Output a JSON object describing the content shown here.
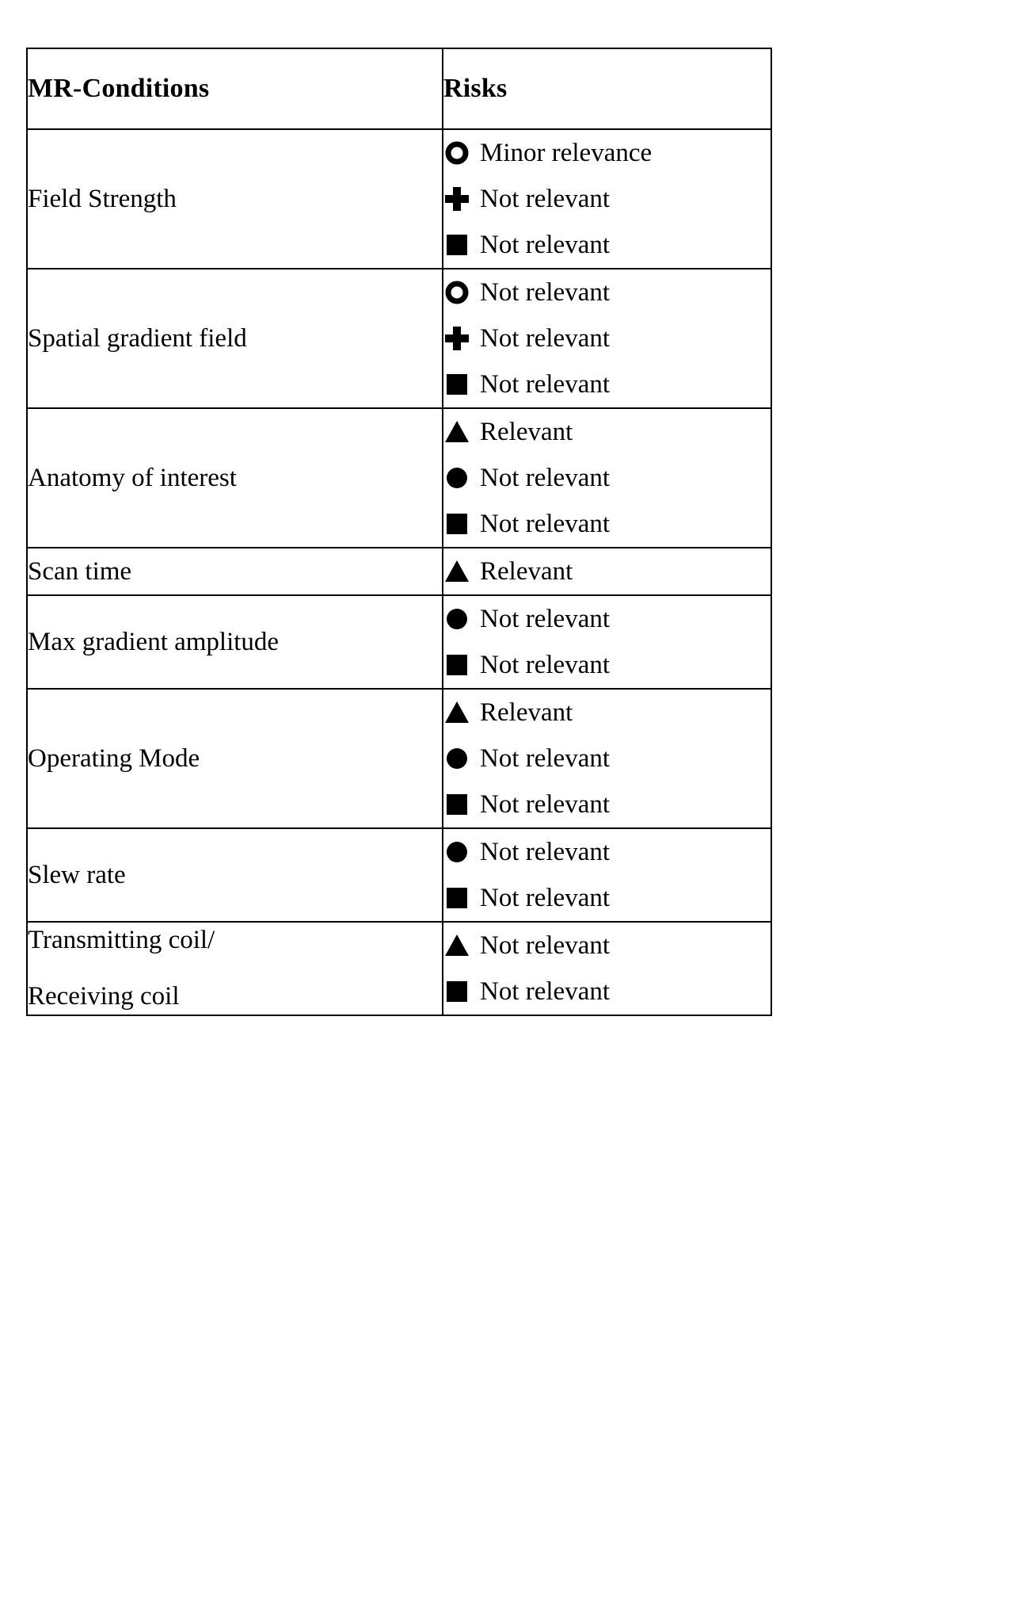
{
  "table": {
    "columns": [
      {
        "key": "conditions",
        "label": "MR-Conditions"
      },
      {
        "key": "risks",
        "label": "Risks"
      }
    ],
    "symbol_legend": {
      "circle-hollow": "○",
      "plus": "✚",
      "square-filled": "■",
      "triangle-filled": "▲",
      "circle-filled": "●"
    },
    "rows": [
      {
        "condition_lines": [
          "Field Strength"
        ],
        "risks": [
          {
            "symbol": "circle-hollow",
            "label": "Minor relevance"
          },
          {
            "symbol": "plus",
            "label": "Not relevant"
          },
          {
            "symbol": "square-filled",
            "label": "Not relevant"
          }
        ]
      },
      {
        "condition_lines": [
          "Spatial gradient field"
        ],
        "risks": [
          {
            "symbol": "circle-hollow",
            "label": "Not relevant"
          },
          {
            "symbol": "plus",
            "label": "Not relevant"
          },
          {
            "symbol": "square-filled",
            "label": "Not relevant"
          }
        ]
      },
      {
        "condition_lines": [
          "Anatomy of interest"
        ],
        "risks": [
          {
            "symbol": "triangle-filled",
            "label": "Relevant"
          },
          {
            "symbol": "circle-filled",
            "label": "Not relevant"
          },
          {
            "symbol": "square-filled",
            "label": "Not relevant"
          }
        ]
      },
      {
        "condition_lines": [
          "Scan time"
        ],
        "risks": [
          {
            "symbol": "triangle-filled",
            "label": "Relevant"
          }
        ]
      },
      {
        "condition_lines": [
          "Max gradient amplitude"
        ],
        "risks": [
          {
            "symbol": "circle-filled",
            "label": "Not relevant"
          },
          {
            "symbol": "square-filled",
            "label": "Not relevant"
          }
        ]
      },
      {
        "condition_lines": [
          "Operating Mode"
        ],
        "risks": [
          {
            "symbol": "triangle-filled",
            "label": "Relevant"
          },
          {
            "symbol": "circle-filled",
            "label": "Not relevant"
          },
          {
            "symbol": "square-filled",
            "label": "Not relevant"
          }
        ]
      },
      {
        "condition_lines": [
          "Slew rate"
        ],
        "risks": [
          {
            "symbol": "circle-filled",
            "label": "Not relevant"
          },
          {
            "symbol": "square-filled",
            "label": "Not relevant"
          }
        ]
      },
      {
        "condition_lines": [
          "Transmitting coil/",
          "Receiving coil"
        ],
        "risks": [
          {
            "symbol": "triangle-filled",
            "label": "Not relevant"
          },
          {
            "symbol": "square-filled",
            "label": "Not relevant"
          }
        ]
      }
    ]
  },
  "colors": {
    "ink": "#000000",
    "paper": "#ffffff",
    "rule": "#000000"
  }
}
